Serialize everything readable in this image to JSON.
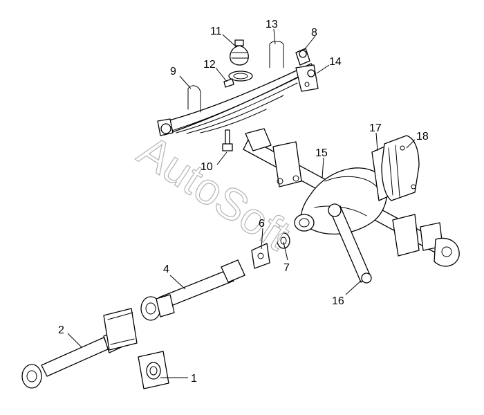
{
  "watermark": "AutoSoft",
  "callouts": [
    {
      "id": "1",
      "label": "1"
    },
    {
      "id": "2",
      "label": "2"
    },
    {
      "id": "4",
      "label": "4"
    },
    {
      "id": "6",
      "label": "6"
    },
    {
      "id": "7",
      "label": "7"
    },
    {
      "id": "8",
      "label": "8"
    },
    {
      "id": "9",
      "label": "9"
    },
    {
      "id": "10",
      "label": "10"
    },
    {
      "id": "11",
      "label": "11"
    },
    {
      "id": "12",
      "label": "12"
    },
    {
      "id": "13",
      "label": "13"
    },
    {
      "id": "14",
      "label": "14"
    },
    {
      "id": "15",
      "label": "15"
    },
    {
      "id": "16",
      "label": "16"
    },
    {
      "id": "17",
      "label": "17"
    },
    {
      "id": "18",
      "label": "18"
    }
  ]
}
